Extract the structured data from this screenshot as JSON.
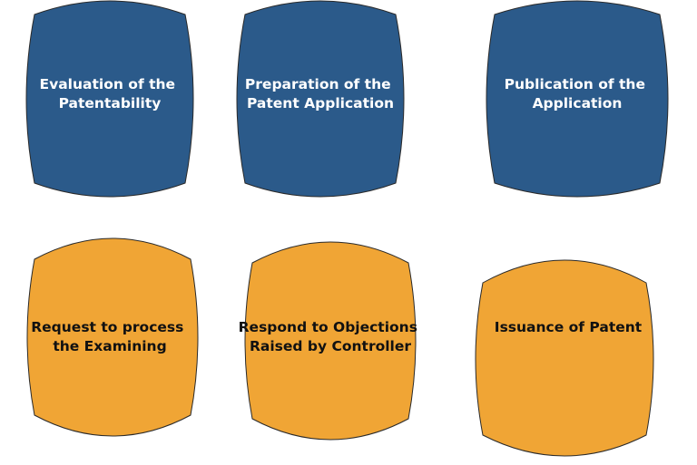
{
  "colors": {
    "top_fill": "#2b5a8a",
    "top_text": "#ffffff",
    "bottom_fill": "#f0a535",
    "bottom_text": "#111111"
  },
  "nodes": [
    {
      "lines": [
        "Evaluation of the",
        "Patentability"
      ],
      "row": "top"
    },
    {
      "lines": [
        "Preparation of the",
        "Patent Application"
      ],
      "row": "top"
    },
    {
      "lines": [
        "Publication of the",
        "Application"
      ],
      "row": "top"
    },
    {
      "lines": [
        "Request to process",
        "the Examining"
      ],
      "row": "bottom"
    },
    {
      "lines": [
        "Respond to Objections",
        "Raised by Controller"
      ],
      "row": "bottom"
    },
    {
      "lines": [
        "Issuance of Patent"
      ],
      "row": "bottom"
    }
  ]
}
